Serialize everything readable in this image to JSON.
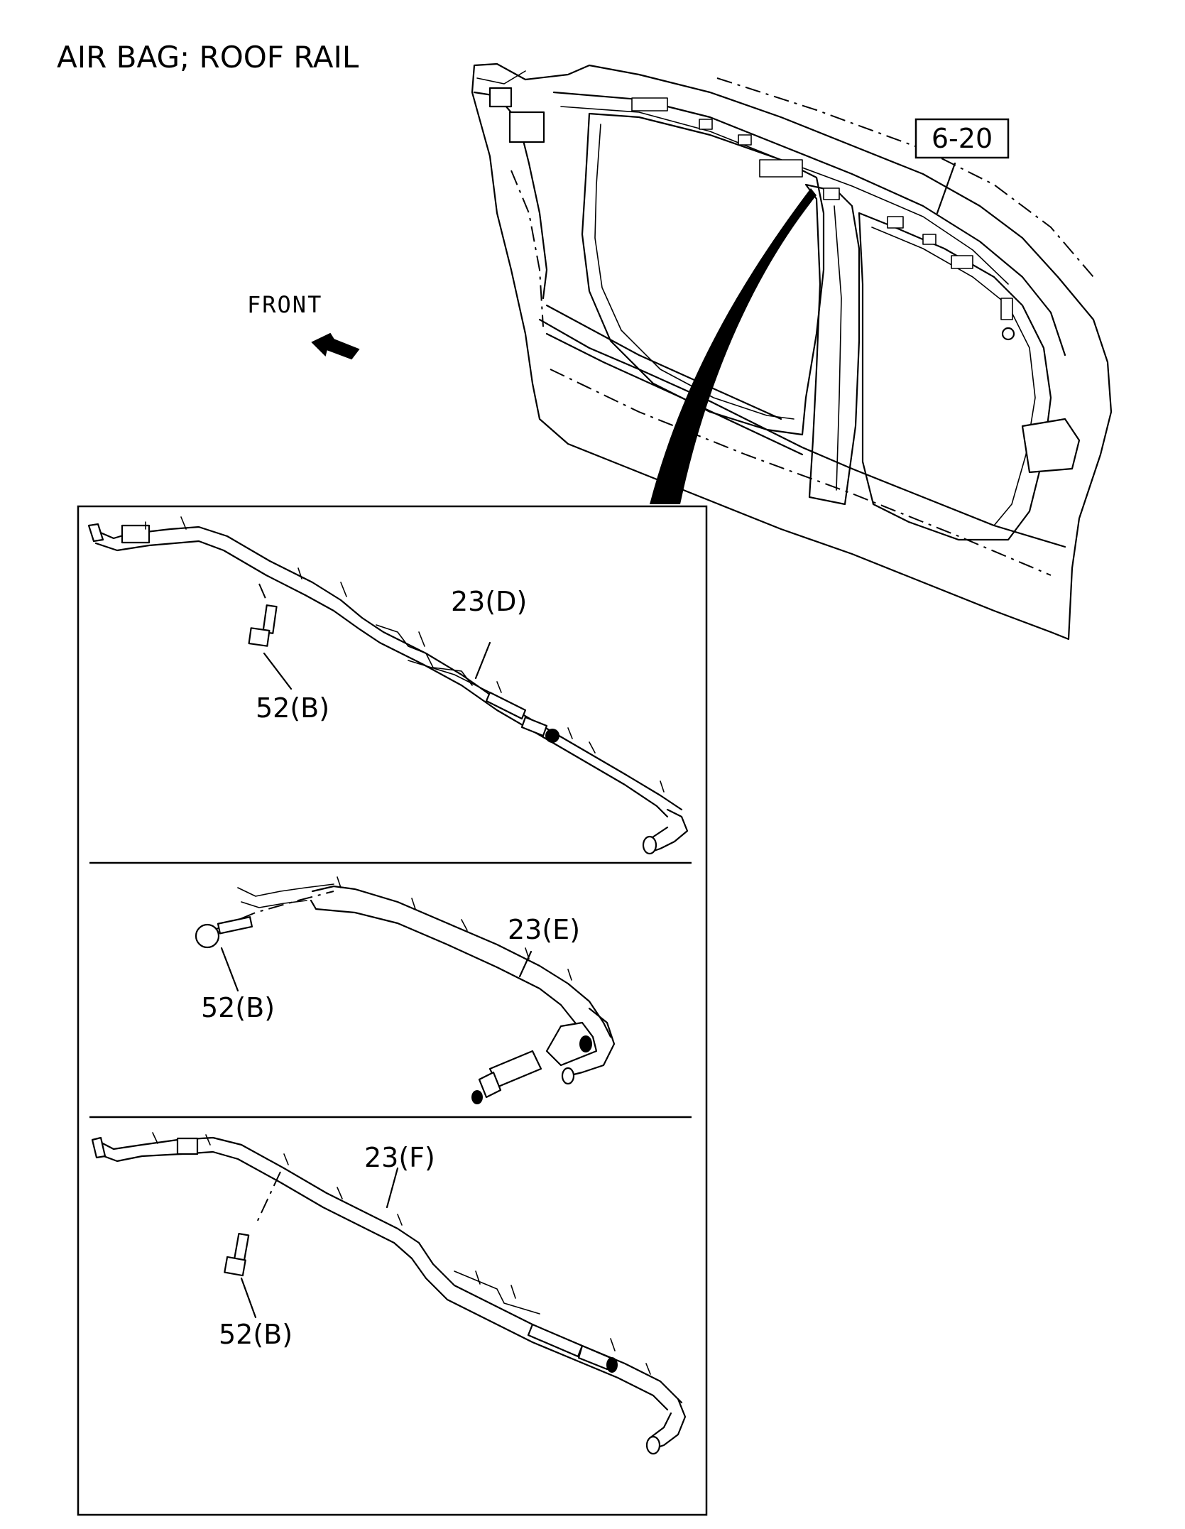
{
  "title": "AIR BAG; ROOF RAIL",
  "front_label": "FRONT",
  "reference_box": "6-20",
  "panels": [
    {
      "part_label": "23(D)",
      "bolt_label": "52(B)"
    },
    {
      "part_label": "23(E)",
      "bolt_label": "52(B)"
    },
    {
      "part_label": "23(F)",
      "bolt_label": "52(B)"
    }
  ]
}
